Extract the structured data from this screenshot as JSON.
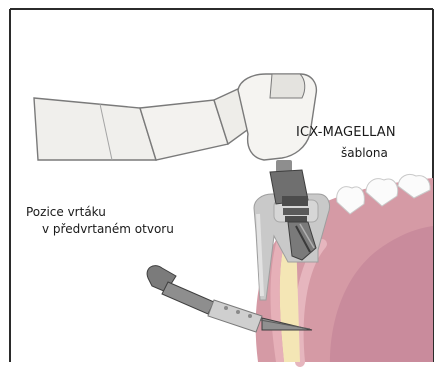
{
  "labels": {
    "guide_name": "ICX-MAGELLAN",
    "guide_type": "šablona",
    "drill_position_line1": "Pozice vrtáku",
    "drill_position_line2": "v předvrtaném otvoru"
  },
  "colors": {
    "frame": "#2b2b2b",
    "handpiece": "#f0efec",
    "gum": "#d59aa5",
    "bone": "#f4e6b5",
    "template": "#c9c9c9",
    "drill_dark": "#5a5a5a"
  }
}
